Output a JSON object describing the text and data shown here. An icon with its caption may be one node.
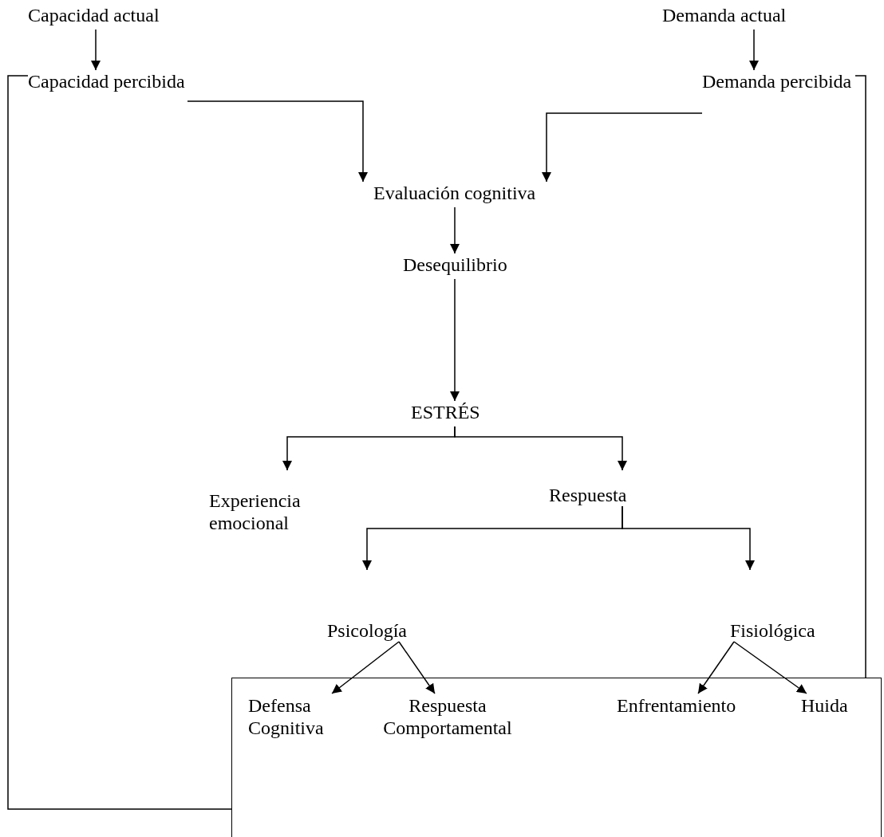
{
  "diagram": {
    "nodes": [
      {
        "text": [
          "Capacidad actual"
        ]
      },
      {
        "text": [
          "Demanda actual"
        ]
      },
      {
        "text": [
          "Capacidad percibida"
        ]
      },
      {
        "text": [
          "Demanda percibida"
        ]
      },
      {
        "text": [
          "Evaluación cognitiva"
        ]
      },
      {
        "text": [
          "Desequilibrio"
        ]
      },
      {
        "text": [
          "ESTRÉS"
        ]
      },
      {
        "text": [
          "Experiencia emocional"
        ]
      },
      {
        "text": [
          "Respuesta"
        ]
      },
      {
        "text": [
          "Psicología"
        ]
      },
      {
        "text": [
          "Fisiológica"
        ]
      },
      {
        "text": [],
        "shape": "box"
      },
      {
        "text": [
          "Defensa Cognitiva"
        ],
        "in": 11
      },
      {
        "text": [
          "Respuesta Comportamental"
        ],
        "in": 11
      },
      {
        "text": [
          "Enfrentamiento"
        ],
        "in": 11
      },
      {
        "text": [
          "Huida"
        ],
        "in": 11
      }
    ],
    "edges": [
      {
        "from": 0,
        "to": 2,
        "arrow": "to"
      },
      {
        "from": 1,
        "to": 3,
        "arrow": "to"
      },
      {
        "from": 2,
        "to": 4,
        "arrow": "to"
      },
      {
        "from": 3,
        "to": 4,
        "arrow": "to"
      },
      {
        "from": 4,
        "to": 5,
        "arrow": "to"
      },
      {
        "from": 5,
        "to": 6,
        "arrow": "to"
      },
      {
        "from": 6,
        "to": 7,
        "arrow": "to"
      },
      {
        "from": 6,
        "to": 8,
        "arrow": "to"
      },
      {
        "from": 8,
        "to": 9,
        "arrow": "to"
      },
      {
        "from": 8,
        "to": 10,
        "arrow": "to"
      },
      {
        "from": 9,
        "to": 12,
        "arrow": "to"
      },
      {
        "from": 9,
        "to": 13,
        "arrow": "to"
      },
      {
        "from": 10,
        "to": 14,
        "arrow": "to"
      },
      {
        "from": 10,
        "to": 15,
        "arrow": "to"
      },
      {
        "from": 11,
        "to": 2,
        "arrow": "none"
      },
      {
        "from": 11,
        "to": 3,
        "arrow": "none"
      }
    ]
  }
}
